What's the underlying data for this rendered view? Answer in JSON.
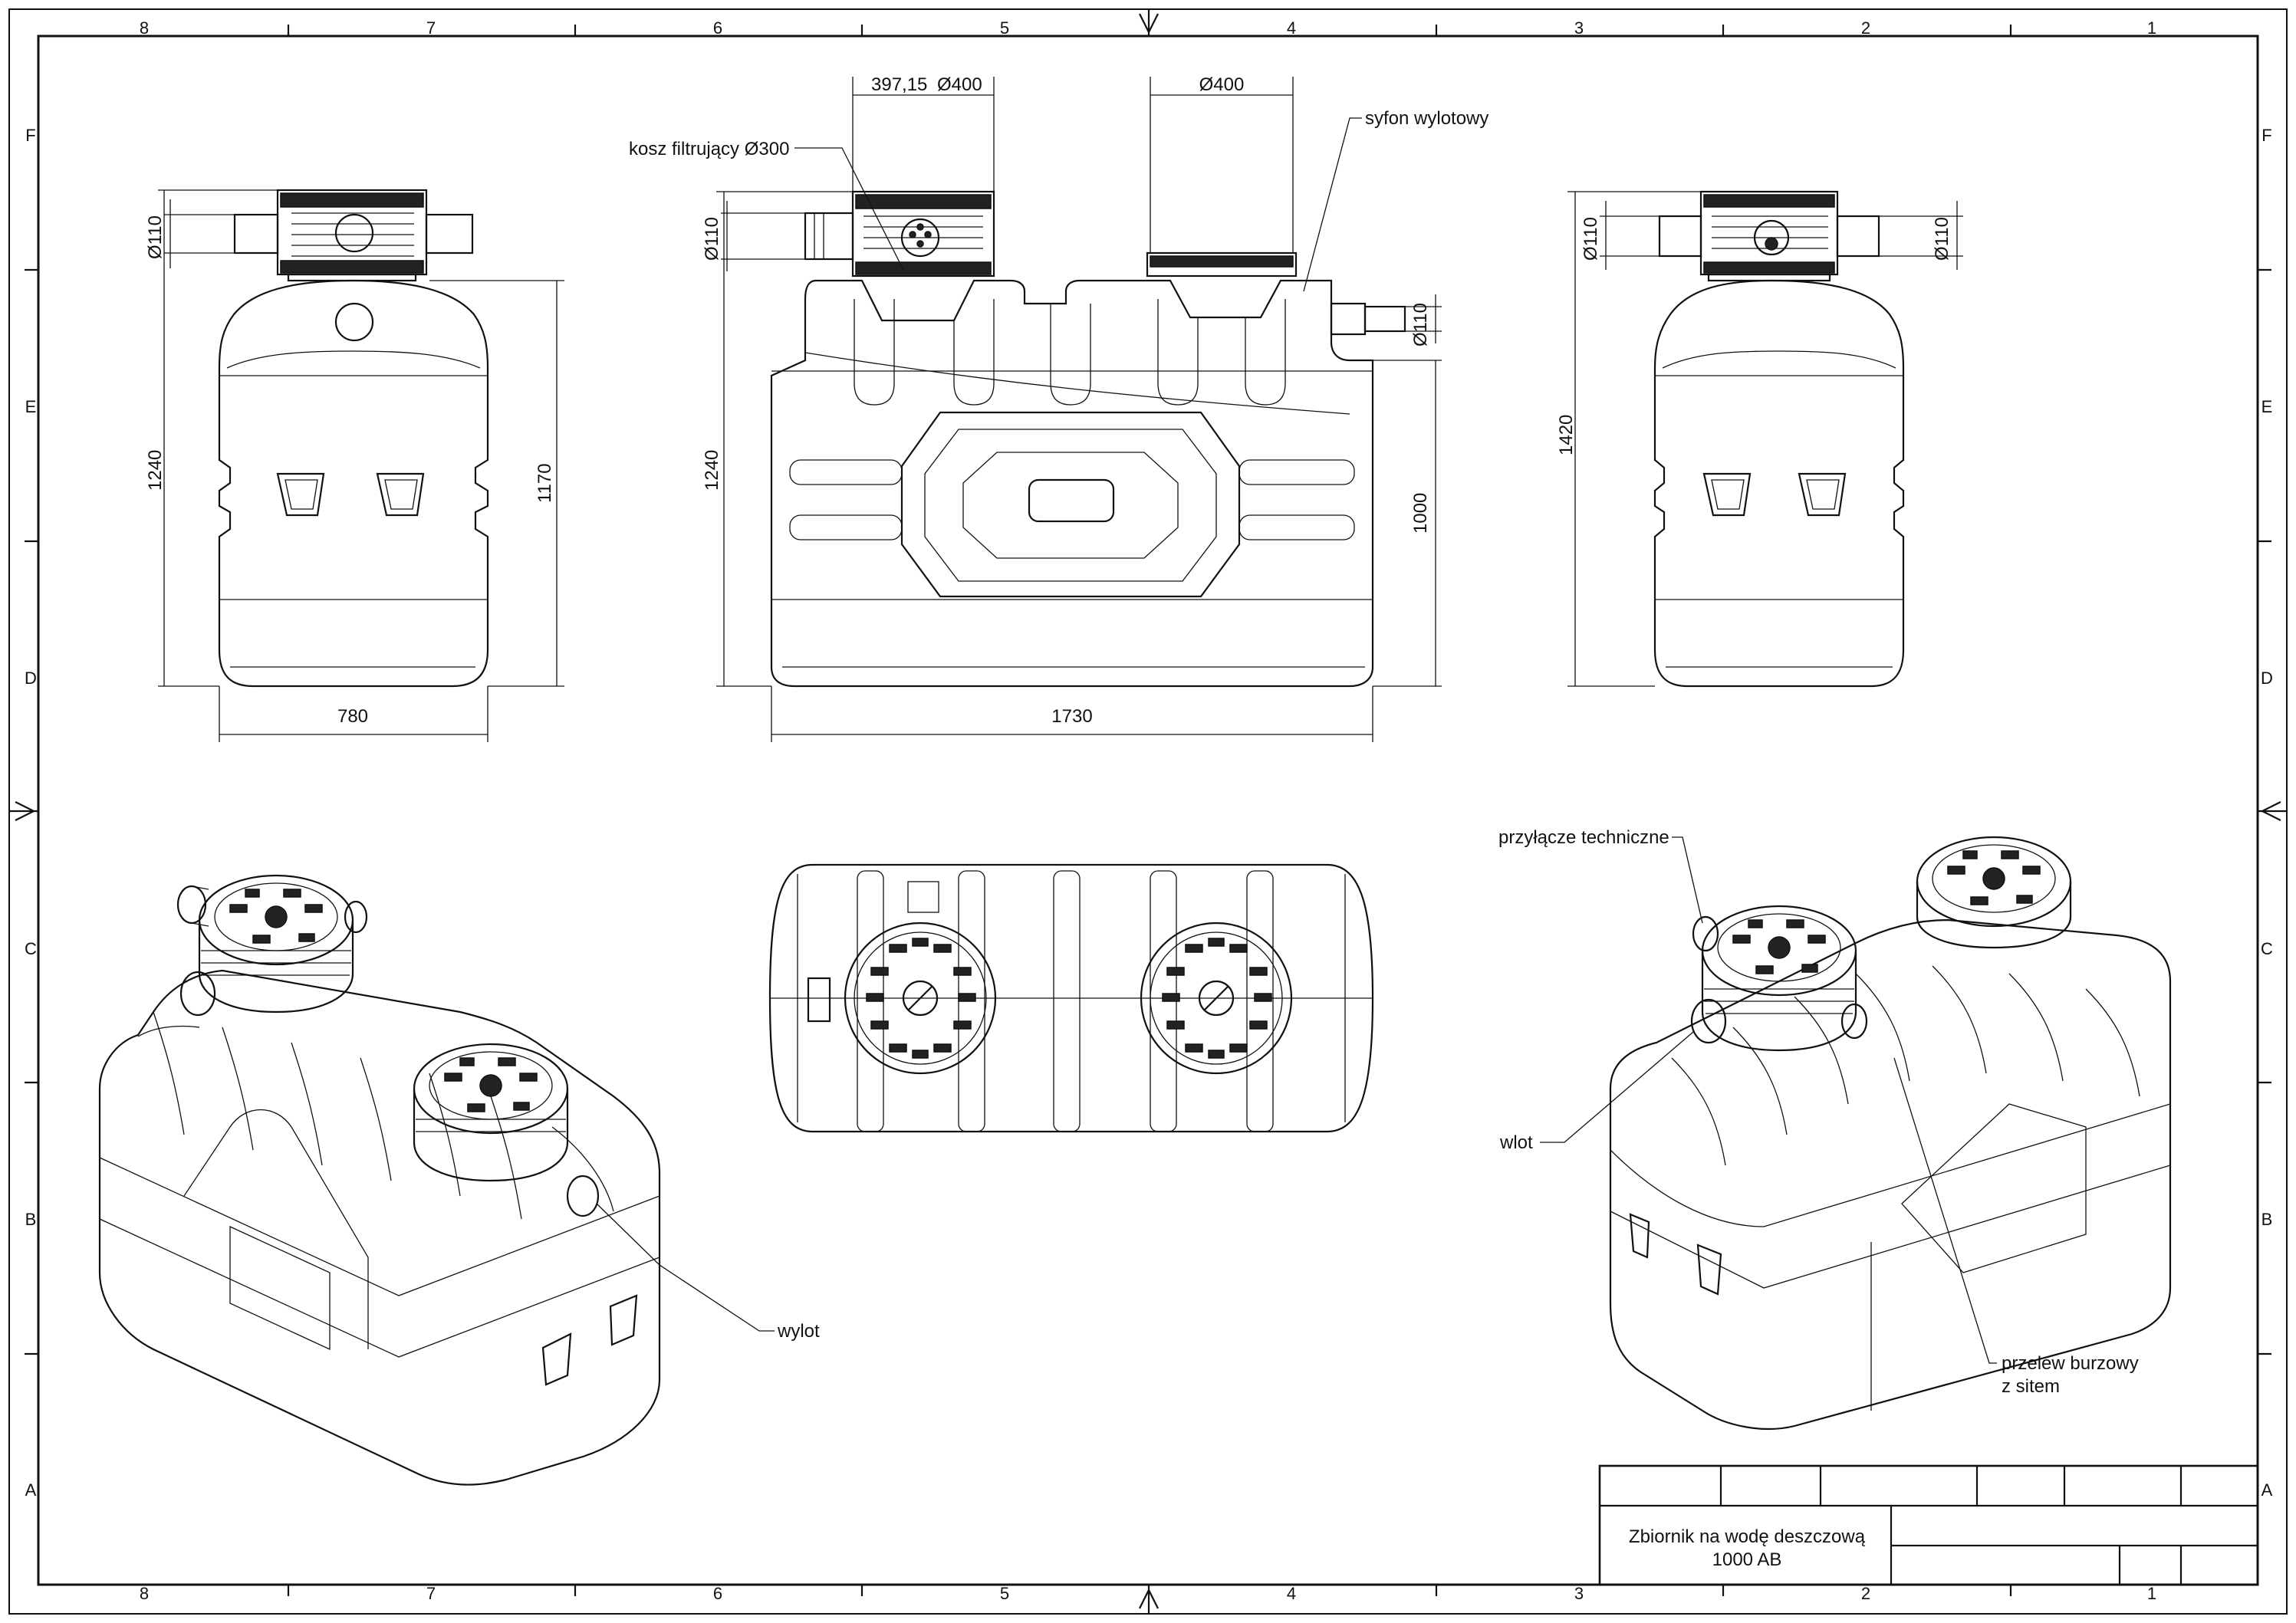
{
  "zones": {
    "columns": [
      "8",
      "7",
      "6",
      "5",
      "4",
      "3",
      "2",
      "1"
    ],
    "rows": [
      "F",
      "E",
      "D",
      "C",
      "B",
      "A"
    ]
  },
  "dimensions": {
    "side_left_pipe": "Ø110",
    "side_left_height": "1240",
    "side_left_height_inner": "1170",
    "side_left_width": "780",
    "front_offset": "397,15",
    "front_dia_left": "Ø400",
    "front_dia_right": "Ø400",
    "front_pipe_left": "Ø110",
    "front_pipe_right": "Ø110",
    "front_height": "1240",
    "front_height_right": "1000",
    "front_length": "1730",
    "side_right_pipe_left": "Ø110",
    "side_right_pipe_right": "Ø110",
    "side_right_height": "1420"
  },
  "callouts": {
    "filter_basket": "kosz filtrujący Ø300",
    "outlet_siphon": "syfon wylotowy",
    "tech_connection": "przyłącze techniczne",
    "inlet": "wlot",
    "outlet": "wylot",
    "storm_overflow_1": "przelew burzowy",
    "storm_overflow_2": "z sitem"
  },
  "title_block": {
    "title_line1": "Zbiornik na wodę deszczową",
    "title_line2": "1000 AB"
  },
  "colors": {
    "ink": "#111111",
    "paper": "#ffffff"
  }
}
